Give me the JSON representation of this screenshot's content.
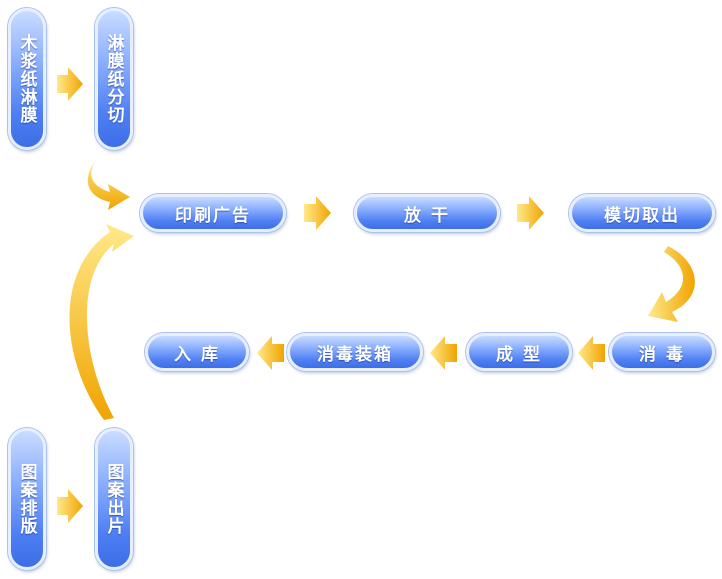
{
  "diagram": {
    "steps": {
      "wood_pulp_laminate": "木浆纸淋膜",
      "laminated_slit": "淋膜纸分切",
      "print_ad": "印刷广告",
      "dry": "放 干",
      "die_cut": "模切取出",
      "disinfect": "消 毒",
      "forming": "成 型",
      "disinfect_pack": "消毒装箱",
      "storage": "入 库",
      "layout": "图案排版",
      "film_output": "图案出片"
    },
    "colors": {
      "pill_top": "#c9dcff",
      "pill_bottom": "#3c6ee6",
      "arrow_light": "#ffe27a",
      "arrow_dark": "#f0a800"
    }
  }
}
